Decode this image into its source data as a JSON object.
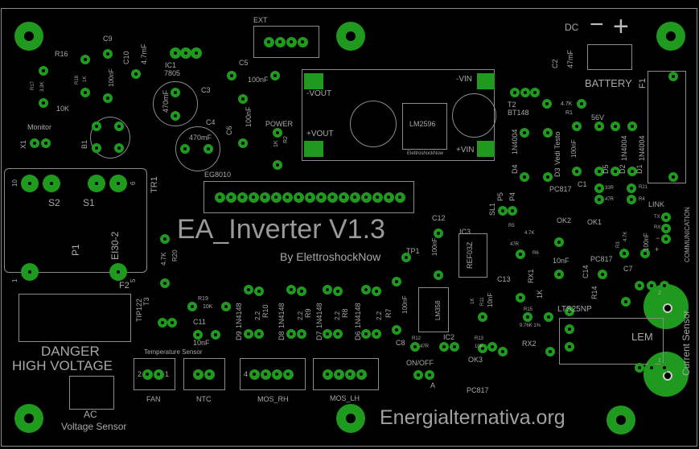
{
  "title": "EA_Inverter V1.3",
  "subtitle": "By ElettroshockNow",
  "website": "Energialternativa.org",
  "colors": {
    "board": "#000000",
    "copper": "#1f9a1f",
    "silkscreen": "#a3a3a3"
  },
  "labels": {
    "ext": "EXT",
    "c9": "C9",
    "r16": "R16",
    "c10": "C10",
    "c10_val": "4.7mF",
    "ic1": "IC1",
    "ic1_val": "7805",
    "c5": "C5",
    "c5_val": "100nF",
    "c3": "C3",
    "c3_val": "470mF",
    "c4": "C4",
    "c4_val": "470mF",
    "c6": "C6",
    "c6_val": "100nF",
    "c9_val": "100nF",
    "power": "POWER",
    "r2": "R2",
    "r2_val": "1K",
    "r16_val": "10K",
    "r17": "R17",
    "r17_val": "3.3K",
    "r18": "R18",
    "r18_val": "1K",
    "monitor": "Monitor",
    "x1": "X1",
    "b1": "B1",
    "eg8010": "EG8010",
    "tr1": "TR1",
    "tr_pin10": "10",
    "tr_pin6": "6",
    "s2": "S2",
    "s1": "S1",
    "p1": "P1",
    "ei30": "EI30-2",
    "tr_pin1": "1",
    "tr_pin5": "5",
    "f2": "F2",
    "vout_neg": "-VOUT",
    "vout_pos": "+VOUT",
    "lm2596": "LM2596",
    "module_brand": "ElettroshockNow",
    "vin_neg": "-VIN",
    "vin_pos": "+VIN",
    "dc": "DC",
    "dc_minus": "−",
    "dc_plus": "+",
    "battery": "BATTERY",
    "f1": "F1",
    "c2": "C2",
    "c2_val": "47mF",
    "t2": "T2",
    "t2_val": "BT148",
    "r1": "R1",
    "r1_val": "4.7K",
    "v56": "56V",
    "d4": "D4",
    "d4_val": "1N4004",
    "d3": "D3",
    "d3_val": "Vedi Testo",
    "c1": "C1",
    "c1_val": "100nF",
    "d5": "D5",
    "d2": "D2",
    "d2_val": "1N4004",
    "d1": "D1",
    "d1_val": "1N4004",
    "r21": "R21",
    "r21_val": "33R",
    "r4": "R4",
    "r4_val": "47R",
    "sl1": "SL1",
    "p5": "P5",
    "p4": "P4",
    "pc817_ok2": "PC817",
    "ok2": "OK2",
    "ok1": "OK1",
    "pc817_ok1": "PC817",
    "link": "LINK",
    "tx": "TX",
    "rx": "RX",
    "comm_minus": "−",
    "comm_plus": "+",
    "communication": "COMMUNICATION",
    "r5": "R5",
    "r5_val": "4.7K",
    "r6": "R6",
    "r6_val": "47R",
    "r3": "R3",
    "r3_val": "4.7K",
    "c7": "C7",
    "c7_val": "100nF",
    "c12": "C12",
    "c12_val": "100nF",
    "ic3": "IC3",
    "ic3_val": "REF03Z",
    "tp1": "TP1",
    "c14": "C14",
    "c14_val": "10nF",
    "rx1": "RX1",
    "r14": "R14",
    "r14_val": "1K",
    "lts25np": "LTS25NP",
    "lem": "LEM",
    "current_sensor": "Current Sensor",
    "cs_pin2": "2",
    "cs_pin1": "1",
    "c13": "C13",
    "c13_val": "10nF",
    "r11": "R11",
    "r11_val": "1K",
    "c8": "C8",
    "c8_val": "100nF",
    "ic2": "IC2",
    "ic2_val": "LM358",
    "r12": "R12",
    "r12_val": "47R",
    "r13": "R13",
    "r13_val": "10K",
    "rx2": "RX2",
    "r15": "R15",
    "r15_val": "9.76K 1%",
    "onoff": "ON/OFF",
    "onoff_a": "A",
    "ok3": "OK3",
    "pc817_ok3": "PC817",
    "danger": "DANGER",
    "high_voltage": "HIGH VOLTAGE",
    "ac": "AC",
    "voltage_sensor": "Voltage Sensor",
    "tip122": "TIP122",
    "t3": "T3",
    "r19": "R19",
    "r19_val": "10K",
    "c11": "C11",
    "c11_val": "10nF",
    "temp_sensor": "Temperature Sensor",
    "r20": "R20",
    "r20_val": "4.7K",
    "fan": "FAN",
    "ntc": "NTC",
    "mos_rh": "MOS_RH",
    "mos_lh": "MOS_LH",
    "d9": "D9",
    "d8": "D8",
    "d7": "D7",
    "d6": "D6",
    "d9_val": "1N4148",
    "d8_val": "1N4148",
    "d7_val": "1N4148",
    "d6_val": "1N4148",
    "r10": "R10",
    "r9": "R9",
    "r8": "R8",
    "r7": "R7",
    "r10_val": "2.2",
    "r9_val": "2.2",
    "r8_val": "2.2",
    "r7_val": "2.2",
    "pin2": "2",
    "pin1": "1",
    "pin4": "4"
  }
}
